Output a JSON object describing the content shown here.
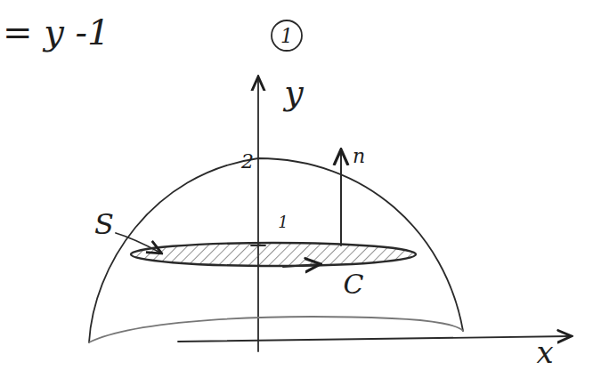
{
  "diagram": {
    "labels": [
      "= y -1",
      "1",
      "y",
      "2",
      "n",
      "S",
      "1",
      "C",
      "x"
    ]
  }
}
